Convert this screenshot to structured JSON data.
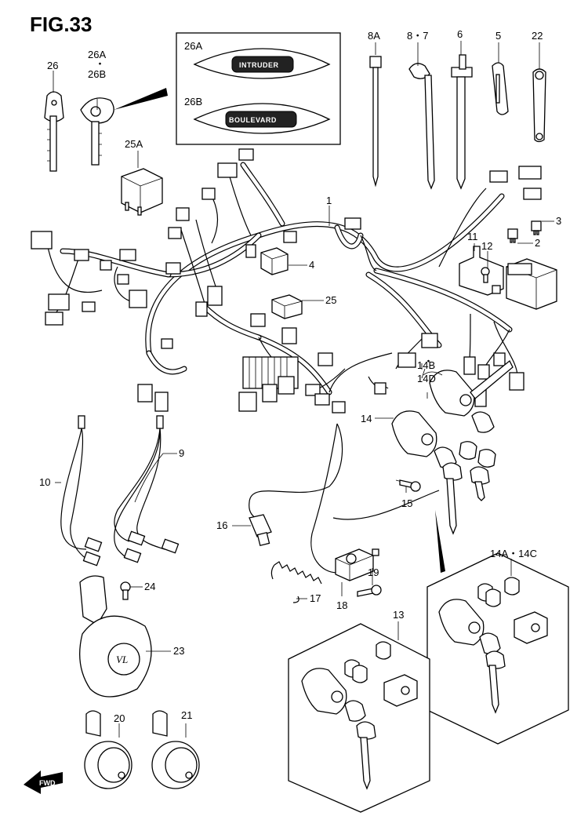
{
  "figure": {
    "title": "FIG.33"
  },
  "emblems": {
    "label_a": "26A",
    "label_b": "26B",
    "text_a": "INTRUDER",
    "text_b": "BOULEVARD"
  },
  "callouts": {
    "p1": "1",
    "p2": "2",
    "p3": "3",
    "p4": "4",
    "p5": "5",
    "p6": "6",
    "p8_7": "8・7",
    "p8a": "8A",
    "p9": "9",
    "p10": "10",
    "p11": "11",
    "p12": "12",
    "p13": "13",
    "p14": "14",
    "p14a_14c": "14A・14C",
    "p14b": "14B",
    "p14d": "14D",
    "p15": "15",
    "p16": "16",
    "p17": "17",
    "p18": "18",
    "p19": "19",
    "p20": "20",
    "p21": "21",
    "p22": "22",
    "p23": "23",
    "p24": "24",
    "p25": "25",
    "p25a": "25A",
    "p26": "26",
    "p26a": "26A",
    "p26b": "26B",
    "dot": "・"
  },
  "horn_mark": "VL",
  "fwd_arrow": "FWD",
  "colors": {
    "line": "#000000",
    "background": "#ffffff"
  }
}
